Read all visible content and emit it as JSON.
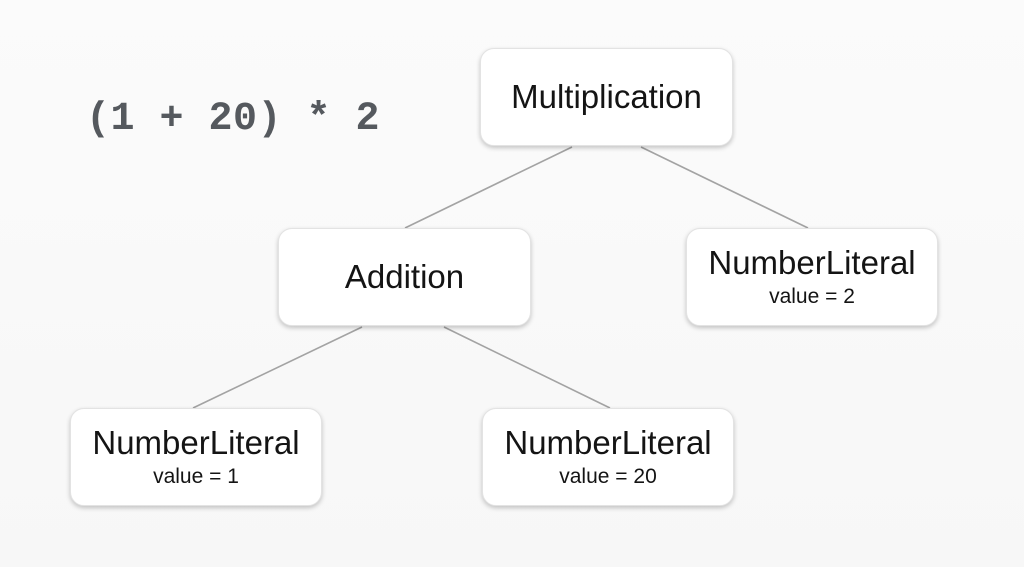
{
  "expression": "(1 + 20) * 2",
  "tree": {
    "root": {
      "title": "Multiplication"
    },
    "addition": {
      "title": "Addition"
    },
    "literal_2": {
      "title": "NumberLiteral",
      "value": "value = 2"
    },
    "literal_1": {
      "title": "NumberLiteral",
      "value": "value = 1"
    },
    "literal_20": {
      "title": "NumberLiteral",
      "value": "value = 20"
    }
  },
  "colors": {
    "background": "#f9f9f9",
    "node_fill": "#ffffff",
    "edge": "#a3a3a3",
    "expression_text": "#55595e",
    "node_text": "#141414"
  }
}
